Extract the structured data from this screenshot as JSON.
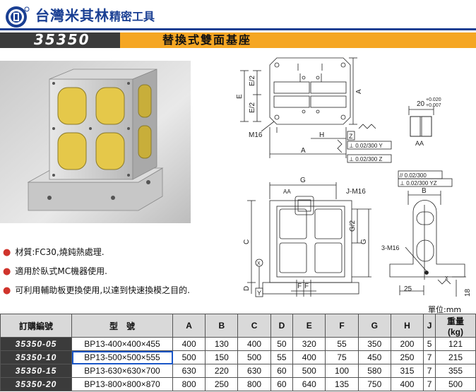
{
  "header": {
    "brand": "台灣米其林",
    "brand_sub": "精密工具",
    "code": "35350",
    "title": "替換式雙面基座"
  },
  "drawing": {
    "top_view": {
      "dim_E2_top": "E/2",
      "dim_E": "E",
      "dim_E2_bottom": "E/2",
      "dim_A_vertical": "A",
      "dim_M16": "M16",
      "dim_H": "H",
      "dim_A_horizontal": "A",
      "datum_Z": "Z",
      "datum_Y": "Y",
      "tol_perp_Y": "⊥ 0.02/300 Y",
      "tol_perp_Z": "⊥ 0.02/300 Z"
    },
    "detail": {
      "dim": "20",
      "tol_upper": "+0.020",
      "tol_lower": "+0.007",
      "label": "AA"
    },
    "front_view": {
      "dim_G_top": "G",
      "label_AA": "AA",
      "label_JM16": "J-M16",
      "dim_G2": "G/2",
      "dim_G_side": "G",
      "dim_C": "C",
      "dim_D": "D",
      "dim_F1": "F",
      "dim_F2": "F",
      "datum_Y": "Y",
      "datum_X": "X"
    },
    "side_view": {
      "tol_parallel": "// 0.02/300",
      "tol_perp": "⊥ 0.02/300 YZ",
      "dim_B": "B",
      "label_3M16": "3-M16",
      "dim_25": "25",
      "dim_18": "18",
      "datum_X": "X"
    }
  },
  "bullets": [
    "材質:FC30,燒鈍熱處理.",
    "適用於臥式MC機器使用.",
    "可利用輔助板更換使用,以達到快速換模之目的."
  ],
  "unit": "單位:mm",
  "table": {
    "headers": [
      "訂購編號",
      "型　號",
      "A",
      "B",
      "C",
      "D",
      "E",
      "F",
      "G",
      "H",
      "J",
      "重量\n(kg)"
    ],
    "rows": [
      [
        "35350-05",
        "BP13-400×400×455",
        "400",
        "130",
        "400",
        "50",
        "320",
        "55",
        "350",
        "200",
        "5",
        "121"
      ],
      [
        "35350-10",
        "BP13-500×500×555",
        "500",
        "150",
        "500",
        "55",
        "400",
        "75",
        "450",
        "250",
        "7",
        "215"
      ],
      [
        "35350-15",
        "BP13-630×630×700",
        "630",
        "220",
        "630",
        "60",
        "500",
        "100",
        "580",
        "315",
        "7",
        "355"
      ],
      [
        "35350-20",
        "BP13-800×800×870",
        "800",
        "250",
        "800",
        "60",
        "640",
        "135",
        "750",
        "400",
        "7",
        "500"
      ]
    ]
  },
  "colors": {
    "brand_blue": "#1a3f93",
    "title_orange": "#f5a623",
    "code_dark": "#3b3b3b",
    "selected_outline": "#1a56c7"
  }
}
